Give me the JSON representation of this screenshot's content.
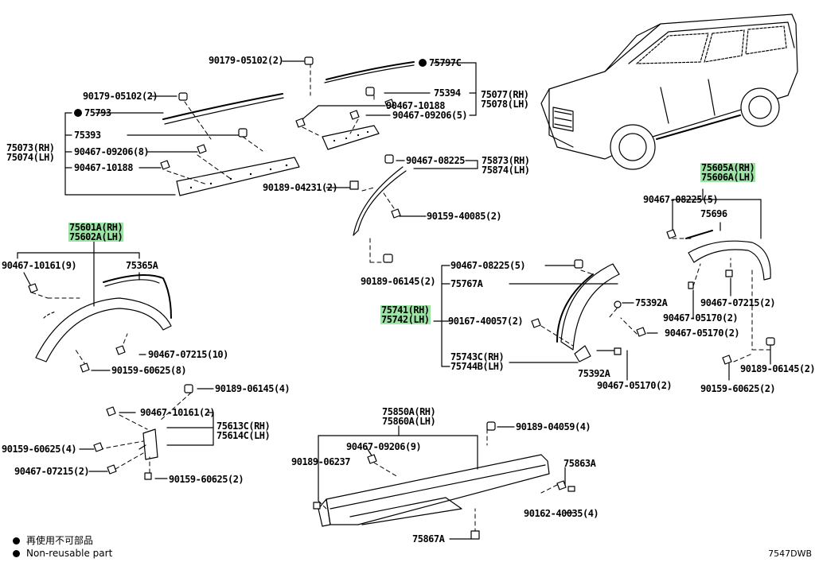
{
  "labels": {
    "p90179_05102_top": "90179-05102(2)",
    "p75797C": "75797C",
    "p90179_05102_left": "90179-05102(2)",
    "p75394": "75394",
    "p75077": "75077(RH)",
    "p75078": "75078(LH)",
    "p90467_10188_top": "90467-10188",
    "p90467_09206_5": "90467-09206(5)",
    "p75793": "75793",
    "p75393": "75393",
    "p75073": "75073(RH)",
    "p75074": "75074(LH)",
    "p90467_09206_8": "90467-09206(8)",
    "p90467_10188_left": "90467-10188",
    "p90467_08225_mid": "90467-08225",
    "p75873": "75873(RH)",
    "p75874": "75874(LH)",
    "p90189_04231": "90189-04231(2)",
    "p90159_40085": "90159-40085(2)",
    "p75605A": "75605A(RH)",
    "p75606A": "75606A(LH)",
    "p90467_08225_5_right": "90467-08225(5)",
    "p75696": "75696",
    "p75601A": "75601A(RH)",
    "p75602A": "75602A(LH)",
    "p90467_10161_9": "90467-10161(9)",
    "p75365A": "75365A",
    "p90189_06145_2_mid": "90189-06145(2)",
    "p90467_08225_5_mid": "90467-08225(5)",
    "p75767A": "75767A",
    "p75392A_top": "75392A",
    "p90467_07215_2_right": "90467-07215(2)",
    "p75741": "75741(RH)",
    "p75742": "75742(LH)",
    "p90167_40057": "90167-40057(2)",
    "p90467_05170_2_a": "90467-05170(2)",
    "p90467_05170_2_b": "90467-05170(2)",
    "p90467_07215_10": "90467-07215(10)",
    "p90159_60625_8": "90159-60625(8)",
    "p75743C": "75743C(RH)",
    "p75744B": "75744B(LH)",
    "p75392A_bot": "75392A",
    "p90467_05170_2_c": "90467-05170(2)",
    "p90189_06145_2_right": "90189-06145(2)",
    "p90159_60625_2_right": "90159-60625(2)",
    "p90189_06145_4": "90189-06145(4)",
    "p90467_10161_2": "90467-10161(2)",
    "p75613C": "75613C(RH)",
    "p75614C": "75614C(LH)",
    "p90159_60625_4": "90159-60625(4)",
    "p90467_07215_2_left": "90467-07215(2)",
    "p90159_60625_2_left": "90159-60625(2)",
    "p75850A": "75850A(RH)",
    "p75860A": "75860A(LH)",
    "p90189_04059": "90189-04059(4)",
    "p90467_09206_9": "90467-09206(9)",
    "p90189_06237": "90189-06237",
    "p75863A": "75863A",
    "p90162_40035": "90162-40035(4)",
    "p75867A": "75867A"
  },
  "legend": {
    "reuse_jp": "再使用不可部品",
    "non_reusable": "Non-reusable part"
  },
  "diagram_code": "7547DWB",
  "colors": {
    "highlight": "#9ee3a6",
    "ink": "#000000"
  }
}
